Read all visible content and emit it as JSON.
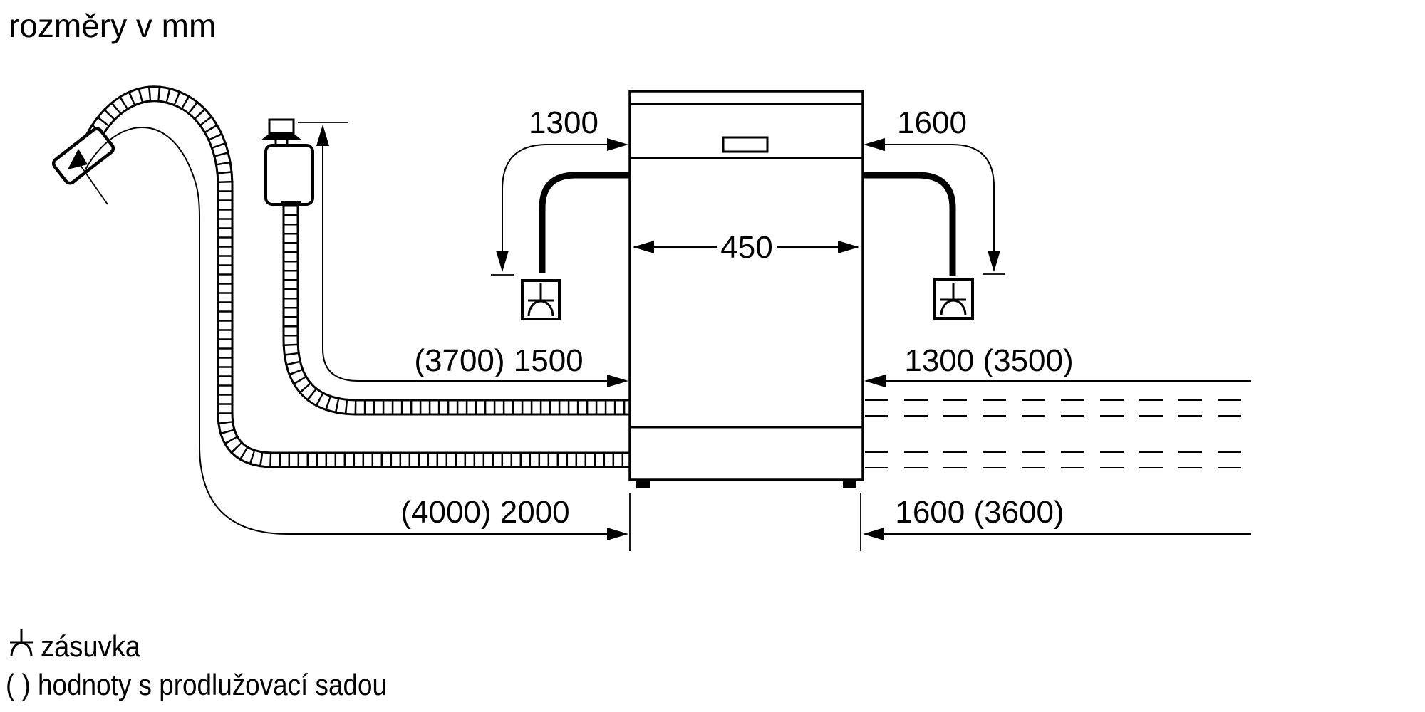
{
  "title": "rozměry v mm",
  "dimensions": {
    "top_left": "1300",
    "top_right": "1600",
    "width": "450",
    "mid_left": "(3700) 1500",
    "mid_right": "1300 (3500)",
    "bottom_left": "(4000) 2000",
    "bottom_right": "1600 (3600)"
  },
  "legend": {
    "socket": "zásuvka",
    "parentheses_note": "( ) hodnoty s prodlužovací sadou"
  },
  "colors": {
    "line": "#000000",
    "background": "#ffffff"
  }
}
